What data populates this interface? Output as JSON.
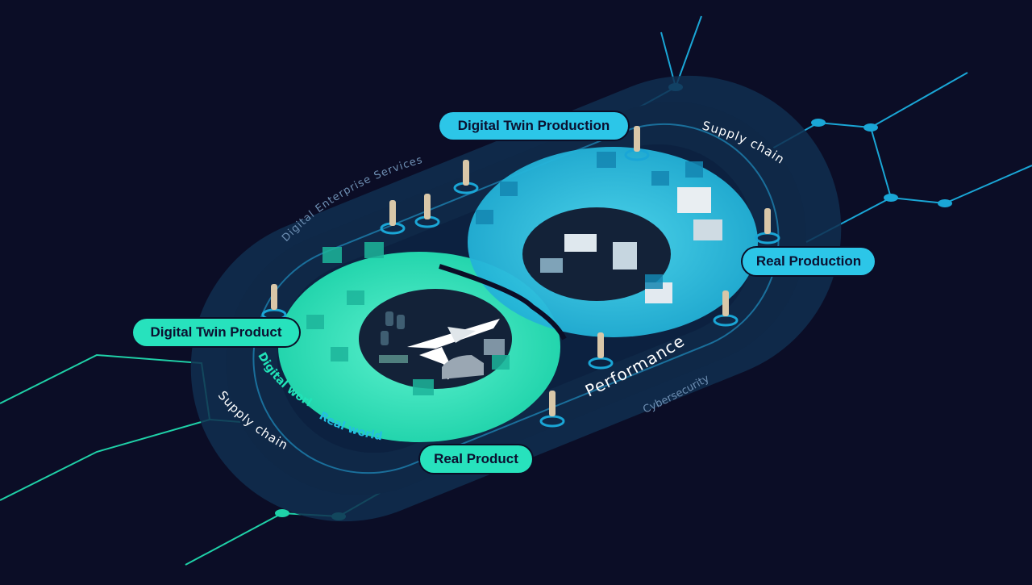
{
  "labels": {
    "digital_twin_production": "Digital Twin Production",
    "real_production": "Real Production",
    "digital_twin_product": "Digital Twin Product",
    "real_product": "Real Product",
    "supply_chain_top": "Supply chain",
    "supply_chain_bottom": "Supply chain",
    "digital_enterprise_services": "Digital Enterprise Services",
    "cybersecurity": "Cybersecurity",
    "performance": "Performance",
    "digital_world": "Digital world",
    "real_world": "Real world"
  },
  "colors": {
    "background": "#0b0d26",
    "outer_track": "#143a5c",
    "inner_track": "#0e2a4d",
    "green_loop": "#21e3b8",
    "blue_loop": "#24bfe0",
    "pill_green": "#27e2bd",
    "pill_blue": "#2cc6e8",
    "network_green": "#1fd1a8",
    "network_blue": "#1aa6d6"
  }
}
